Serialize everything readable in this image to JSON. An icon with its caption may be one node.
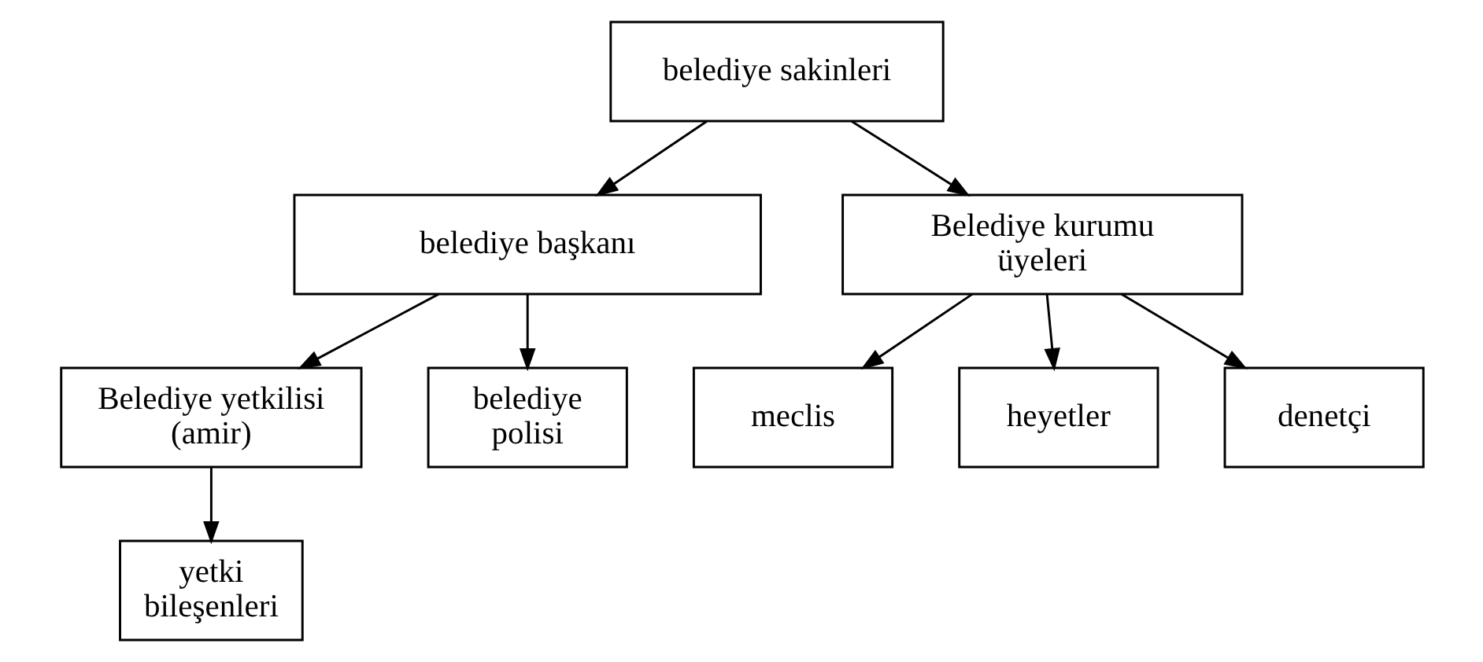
{
  "diagram": {
    "nodes": [
      {
        "text": [
          "belediye sakinleri"
        ]
      },
      {
        "text": [
          "belediye başkanı"
        ]
      },
      {
        "text": [
          "Belediye kurumu üyeleri"
        ]
      },
      {
        "text": [
          "Belediye yetkilisi (amir)"
        ]
      },
      {
        "text": [
          "belediye polisi"
        ]
      },
      {
        "text": [
          "meclis"
        ]
      },
      {
        "text": [
          "heyetler"
        ]
      },
      {
        "text": [
          "denetçi"
        ]
      },
      {
        "text": [
          "yetki bileşenleri"
        ]
      }
    ],
    "edges": [
      {
        "from": 0,
        "to": 1,
        "arrow": "to"
      },
      {
        "from": 0,
        "to": 2,
        "arrow": "to"
      },
      {
        "from": 1,
        "to": 3,
        "arrow": "to"
      },
      {
        "from": 1,
        "to": 4,
        "arrow": "to"
      },
      {
        "from": 3,
        "to": 8,
        "arrow": "to"
      },
      {
        "from": 2,
        "to": 5,
        "arrow": "to"
      },
      {
        "from": 2,
        "to": 6,
        "arrow": "to"
      },
      {
        "from": 2,
        "to": 7,
        "arrow": "to"
      }
    ]
  }
}
